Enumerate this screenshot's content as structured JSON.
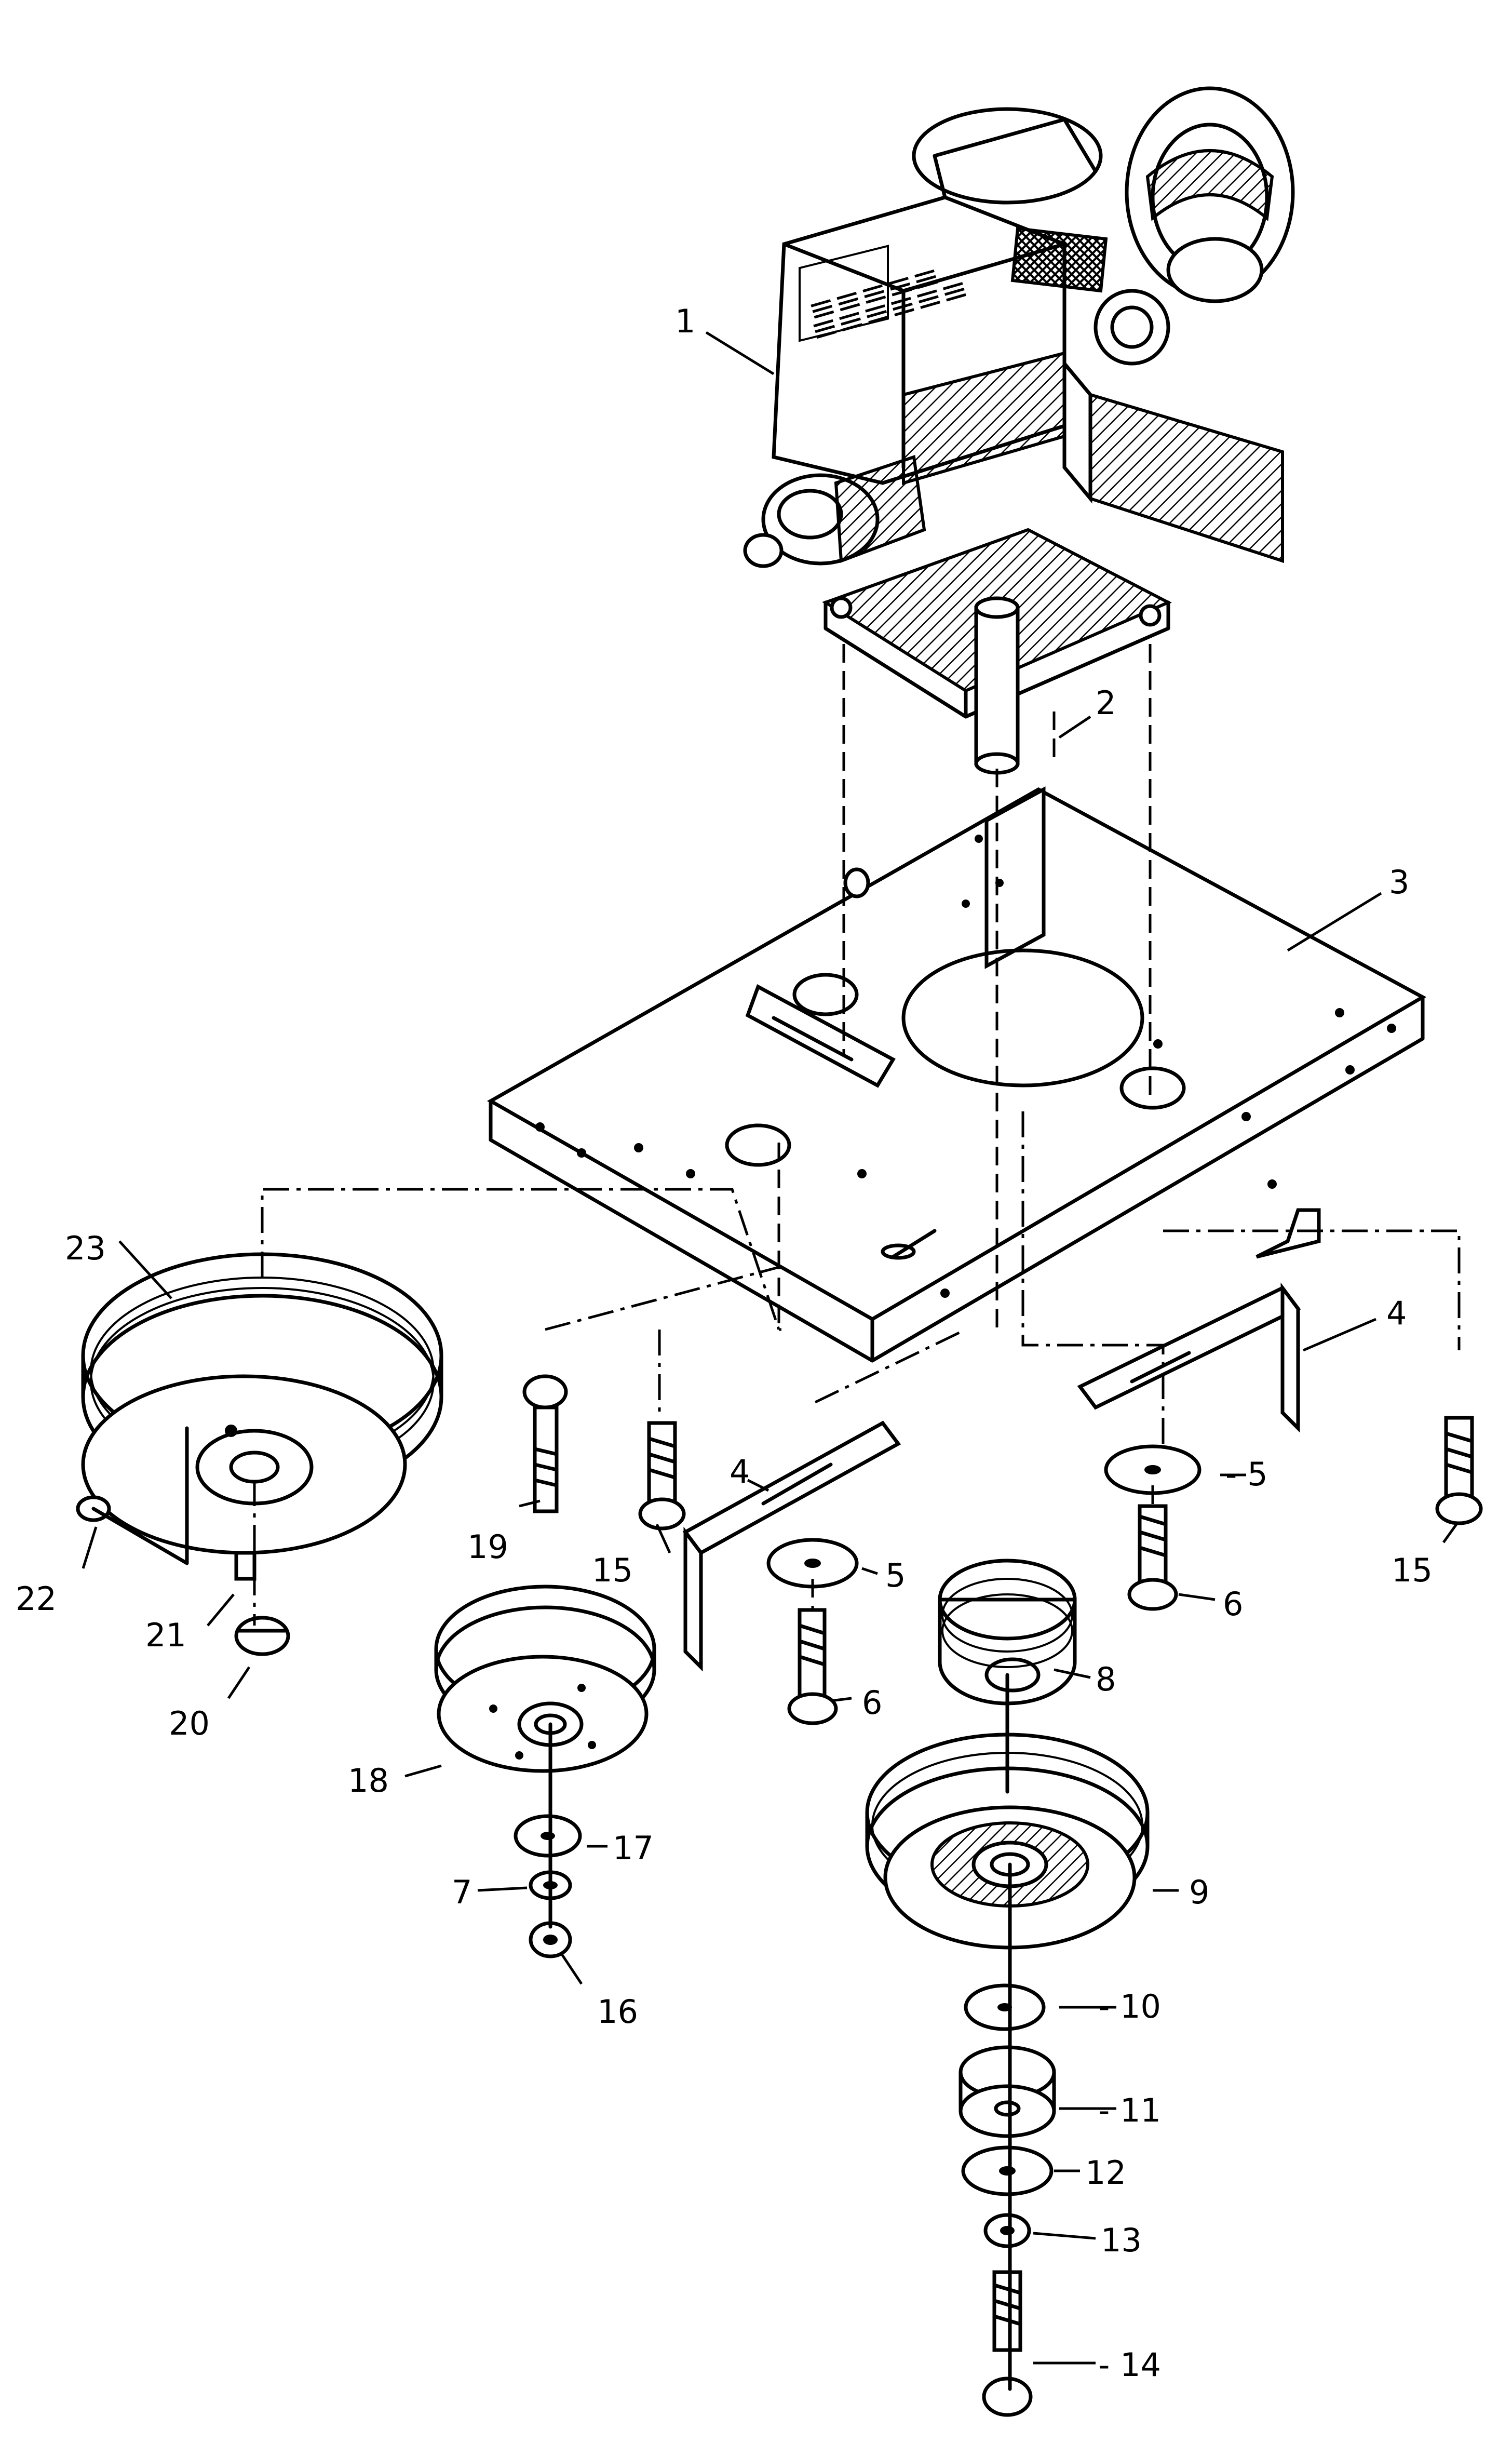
{
  "callouts": [
    {
      "id": "1",
      "label": "1"
    },
    {
      "id": "2",
      "label": "2"
    },
    {
      "id": "3",
      "label": "3"
    },
    {
      "id": "4a",
      "label": "4"
    },
    {
      "id": "4b",
      "label": "4"
    },
    {
      "id": "5a",
      "label": "- 5"
    },
    {
      "id": "5b",
      "label": "5"
    },
    {
      "id": "6a",
      "label": "6"
    },
    {
      "id": "6b",
      "label": "6"
    },
    {
      "id": "7",
      "label": "7"
    },
    {
      "id": "8",
      "label": "8"
    },
    {
      "id": "9",
      "label": "9"
    },
    {
      "id": "10",
      "label": "- 10"
    },
    {
      "id": "11",
      "label": "- 11"
    },
    {
      "id": "12",
      "label": "12"
    },
    {
      "id": "13",
      "label": "13"
    },
    {
      "id": "14",
      "label": "- 14"
    },
    {
      "id": "15a",
      "label": "15"
    },
    {
      "id": "15b",
      "label": "15"
    },
    {
      "id": "16",
      "label": "16"
    },
    {
      "id": "17",
      "label": "17"
    },
    {
      "id": "18",
      "label": "18"
    },
    {
      "id": "19",
      "label": "19"
    },
    {
      "id": "20",
      "label": "20"
    },
    {
      "id": "21",
      "label": "21"
    },
    {
      "id": "22",
      "label": "22"
    },
    {
      "id": "23",
      "label": "23"
    }
  ]
}
